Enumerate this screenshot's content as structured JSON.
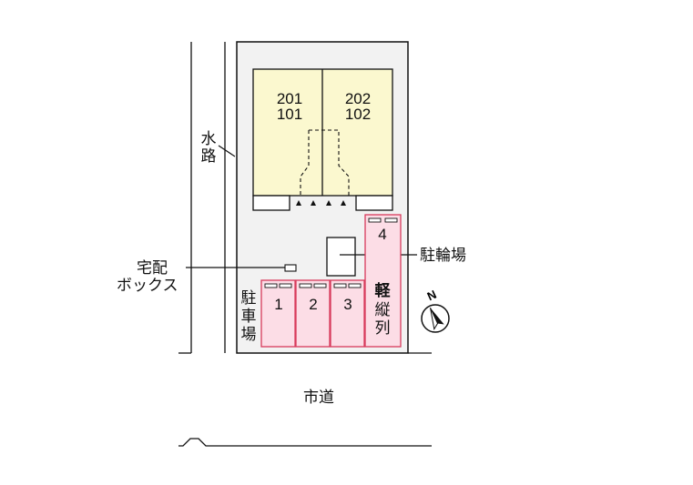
{
  "map": {
    "units": [
      {
        "upper": "201",
        "lower": "101"
      },
      {
        "upper": "202",
        "lower": "102"
      }
    ],
    "water_channel": [
      "水",
      "路"
    ],
    "delivery_box": [
      "宅配",
      "ボックス"
    ],
    "bicycle_parking": "駐輪場",
    "parking": [
      "駐",
      "車",
      "場"
    ],
    "parking_spaces": [
      "1",
      "2",
      "3",
      "4"
    ],
    "kei_parking": [
      "軽",
      "縦",
      "列"
    ],
    "city_road": "市道",
    "compass": {
      "label": "N",
      "rotation_deg": -25
    },
    "colors": {
      "building": "#fbf8cf",
      "parking": "#fcdde6",
      "parking_border": "#d83a5c",
      "site": "#f2f2f2"
    }
  }
}
